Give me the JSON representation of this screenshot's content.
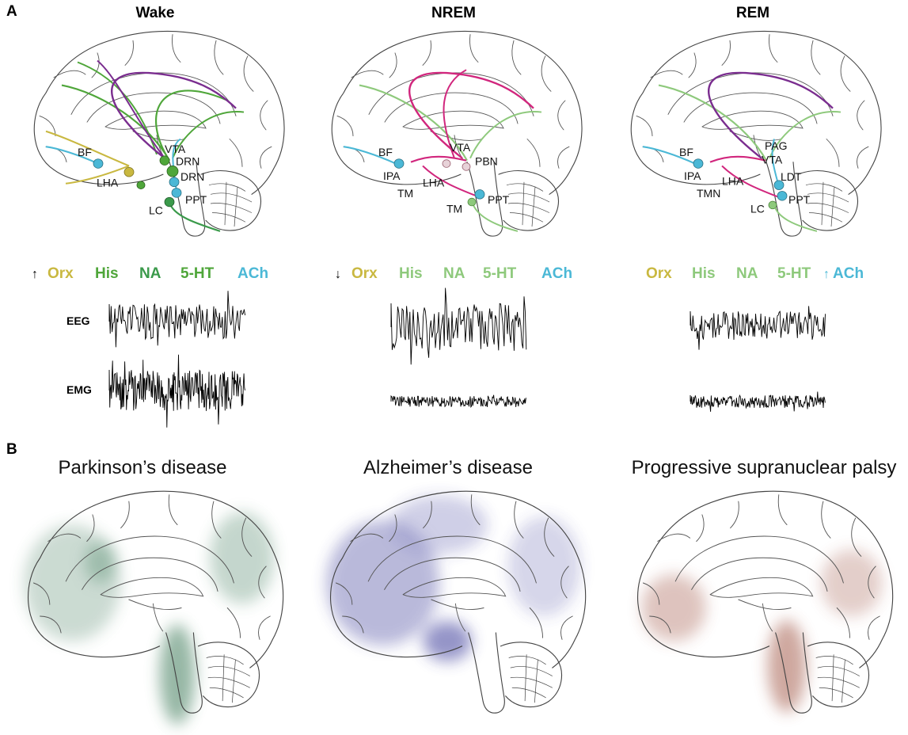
{
  "panel_a": {
    "letter": "A",
    "columns": [
      {
        "title": "Wake",
        "regions": [
          "BF",
          "VTA",
          "DRN",
          "DRN",
          "LHA",
          "PPT",
          "LC"
        ],
        "legend": {
          "left_arrow": "↑",
          "right_arrow": "",
          "items": [
            "Orx",
            "His",
            "NA",
            "5-HT",
            "ACh"
          ]
        },
        "signals": [
          "EEG",
          "EMG"
        ]
      },
      {
        "title": "NREM",
        "regions": [
          "BF",
          "VTA",
          "PBN",
          "IPA",
          "LHA",
          "TM",
          "TM",
          "PPT"
        ],
        "legend": {
          "left_arrow": "↓",
          "right_arrow": "",
          "items": [
            "Orx",
            "His",
            "NA",
            "5-HT",
            "ACh"
          ]
        }
      },
      {
        "title": "REM",
        "regions": [
          "BF",
          "PAG",
          "VTA",
          "IPA",
          "LHA",
          "LDT",
          "TMN",
          "LC",
          "PPT"
        ],
        "legend": {
          "left_arrow": "",
          "right_arrow": "↑",
          "items": [
            "Orx",
            "His",
            "NA",
            "5-HT",
            "ACh"
          ]
        }
      }
    ]
  },
  "panel_b": {
    "letter": "B",
    "diseases": [
      {
        "title": "Parkinson’s disease",
        "color": "#3d7a5a"
      },
      {
        "title": "Alzheimer’s disease",
        "color": "#3a3a9a"
      },
      {
        "title": "Progressive supranuclear palsy",
        "color": "#9a4a3a"
      }
    ]
  },
  "colors": {
    "orx": "#c9b840",
    "his": "#4fa63a",
    "his_light": "#8ec97c",
    "na": "#3b9a4b",
    "ht5": "#4fa63a",
    "ach": "#4bb8d6",
    "purple": "#7a2d8f",
    "magenta": "#d1267d"
  }
}
